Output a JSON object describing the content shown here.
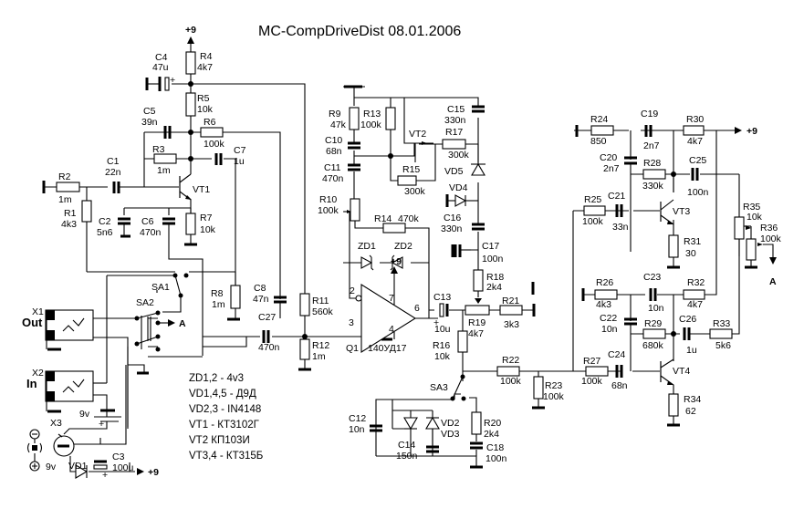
{
  "title": "MC-CompDriveDist 08.01.2006",
  "colors": {
    "ink": "#000000",
    "background": "#ffffff"
  },
  "supply_label": "+9",
  "out_marker": "A",
  "connectors": [
    {
      "ref": "X1",
      "name": "Out"
    },
    {
      "ref": "X2",
      "name": "In"
    },
    {
      "ref": "X3",
      "name": "9v"
    }
  ],
  "battery": {
    "label": "9v",
    "plus": "+"
  },
  "switches": [
    "SA1",
    "SA2",
    "SA3"
  ],
  "opamp": {
    "ref": "Q1",
    "part": "140УД17",
    "pins": {
      "inv": "2",
      "noninv": "3",
      "out": "6",
      "vplus": "7",
      "vminus": "4"
    },
    "supply": "+9"
  },
  "components": {
    "R1": {
      "ref": "R1",
      "value": "4k3"
    },
    "R2": {
      "ref": "R2",
      "value": "1m"
    },
    "R3": {
      "ref": "R3",
      "value": "1m"
    },
    "R4": {
      "ref": "R4",
      "value": "4k7"
    },
    "R5": {
      "ref": "R5",
      "value": "10k"
    },
    "R6": {
      "ref": "R6",
      "value": "100k"
    },
    "R7": {
      "ref": "R7",
      "value": "10k"
    },
    "R8": {
      "ref": "R8",
      "value": "1m"
    },
    "R9": {
      "ref": "R9",
      "value": "47k"
    },
    "R10": {
      "ref": "R10",
      "value": "100k"
    },
    "R11": {
      "ref": "R11",
      "value": "560k"
    },
    "R12": {
      "ref": "R12",
      "value": "1m"
    },
    "R13": {
      "ref": "R13",
      "value": "100k"
    },
    "R14": {
      "ref": "R14",
      "value": "470k"
    },
    "R15": {
      "ref": "R15",
      "value": "300k"
    },
    "R16": {
      "ref": "R16",
      "value": "10k"
    },
    "R17": {
      "ref": "R17",
      "value": "300k"
    },
    "R18": {
      "ref": "R18",
      "value": "2k4"
    },
    "R19": {
      "ref": "R19",
      "value": "4k7"
    },
    "R20": {
      "ref": "R20",
      "value": "2k4"
    },
    "R21": {
      "ref": "R21",
      "value": "3k3"
    },
    "R22": {
      "ref": "R22",
      "value": "100k"
    },
    "R23": {
      "ref": "R23",
      "value": "100k"
    },
    "R24": {
      "ref": "R24",
      "value": "850"
    },
    "R25": {
      "ref": "R25",
      "value": "100k"
    },
    "R26": {
      "ref": "R26",
      "value": "4k3"
    },
    "R27": {
      "ref": "R27",
      "value": "100k"
    },
    "R28": {
      "ref": "R28",
      "value": "330k"
    },
    "R29": {
      "ref": "R29",
      "value": "680k"
    },
    "R30": {
      "ref": "R30",
      "value": "4k7"
    },
    "R31": {
      "ref": "R31",
      "value": "30"
    },
    "R32": {
      "ref": "R32",
      "value": "4k7"
    },
    "R33": {
      "ref": "R33",
      "value": "5k6"
    },
    "R34": {
      "ref": "R34",
      "value": "62"
    },
    "R35": {
      "ref": "R35",
      "value": "10k"
    },
    "R36": {
      "ref": "R36",
      "value": "100k"
    },
    "C1": {
      "ref": "C1",
      "value": "22n"
    },
    "C2": {
      "ref": "C2",
      "value": "5n6"
    },
    "C3": {
      "ref": "C3",
      "value": "100u"
    },
    "C4": {
      "ref": "C4",
      "value": "47u"
    },
    "C5": {
      "ref": "C5",
      "value": "39n"
    },
    "C6": {
      "ref": "C6",
      "value": "470n"
    },
    "C7": {
      "ref": "C7",
      "value": "1u"
    },
    "C8": {
      "ref": "C8",
      "value": "47n"
    },
    "C10": {
      "ref": "C10",
      "value": "68n"
    },
    "C11": {
      "ref": "C11",
      "value": "470n"
    },
    "C12": {
      "ref": "C12",
      "value": "10n"
    },
    "C13": {
      "ref": "C13",
      "value": "10u"
    },
    "C14": {
      "ref": "C14",
      "value": "150n"
    },
    "C15": {
      "ref": "C15",
      "value": "330n"
    },
    "C16": {
      "ref": "C16",
      "value": "330n"
    },
    "C17": {
      "ref": "C17",
      "value": "100n"
    },
    "C18": {
      "ref": "C18",
      "value": "100n"
    },
    "C19": {
      "ref": "C19",
      "value": "2n7"
    },
    "C20": {
      "ref": "C20",
      "value": "2n7"
    },
    "C21": {
      "ref": "C21",
      "value": "33n"
    },
    "C22": {
      "ref": "C22",
      "value": "10n"
    },
    "C23": {
      "ref": "C23",
      "value": "10n"
    },
    "C24": {
      "ref": "C24",
      "value": "68n"
    },
    "C25": {
      "ref": "C25",
      "value": "100n"
    },
    "C26": {
      "ref": "C26",
      "value": "1u"
    },
    "C27": {
      "ref": "C27",
      "value": "470n"
    }
  },
  "semis": {
    "VT1": "VT1",
    "VT2": "VT2",
    "VT3": "VT3",
    "VT4": "VT4",
    "VD1": "VD1",
    "VD2": "VD2",
    "VD3": "VD3",
    "VD4": "VD4",
    "VD5": "VD5",
    "ZD1": "ZD1",
    "ZD2": "ZD2"
  },
  "parts_list": [
    "ZD1,2 - 4v3",
    "VD1,4,5 - Д9Д",
    "VD2,3 - IN4148",
    "VT1 -  КТ3102Г",
    "VT2 КП103И",
    "VT3,4 - КТ315Б"
  ]
}
